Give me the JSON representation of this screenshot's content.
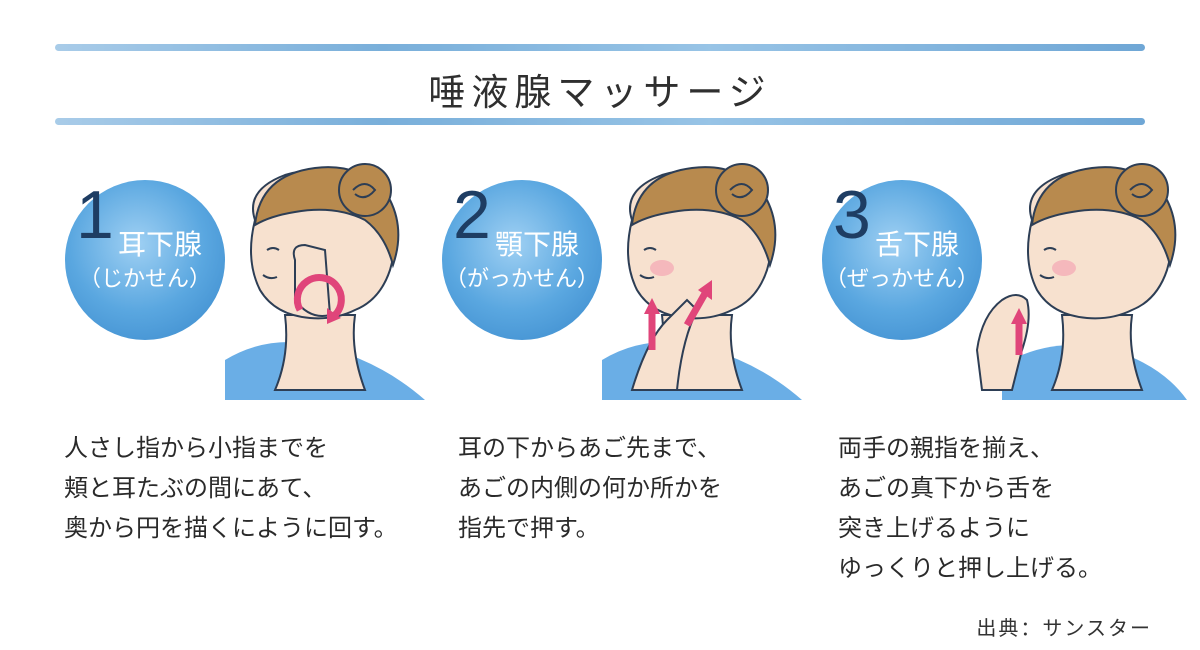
{
  "title": "唾液腺マッサージ",
  "panels": [
    {
      "number": "1",
      "name": "耳下腺",
      "reading": "（じかせん）",
      "description": [
        "人さし指から小指までを",
        "頬と耳たぶの間にあて、",
        "奥から円を描くにように回す。"
      ]
    },
    {
      "number": "2",
      "name": "顎下腺",
      "reading": "（がっかせん）",
      "description": [
        "耳の下からあご先まで、",
        "あごの内側の何か所かを",
        "指先で押す。"
      ]
    },
    {
      "number": "3",
      "name": "舌下腺",
      "reading": "（ぜっかせん）",
      "description": [
        "両手の親指を揃え、",
        "あごの真下から舌を",
        "突き上げるように",
        "ゆっくりと押し上げる。"
      ]
    }
  ],
  "source": "出典：サンスター",
  "colors": {
    "badge": "#5aa7e0",
    "number": "#1e3d63",
    "arrow": "#e0457a",
    "hair": "#b88a4e",
    "skin": "#f7e1cf",
    "shirt": "#6aaee6"
  }
}
